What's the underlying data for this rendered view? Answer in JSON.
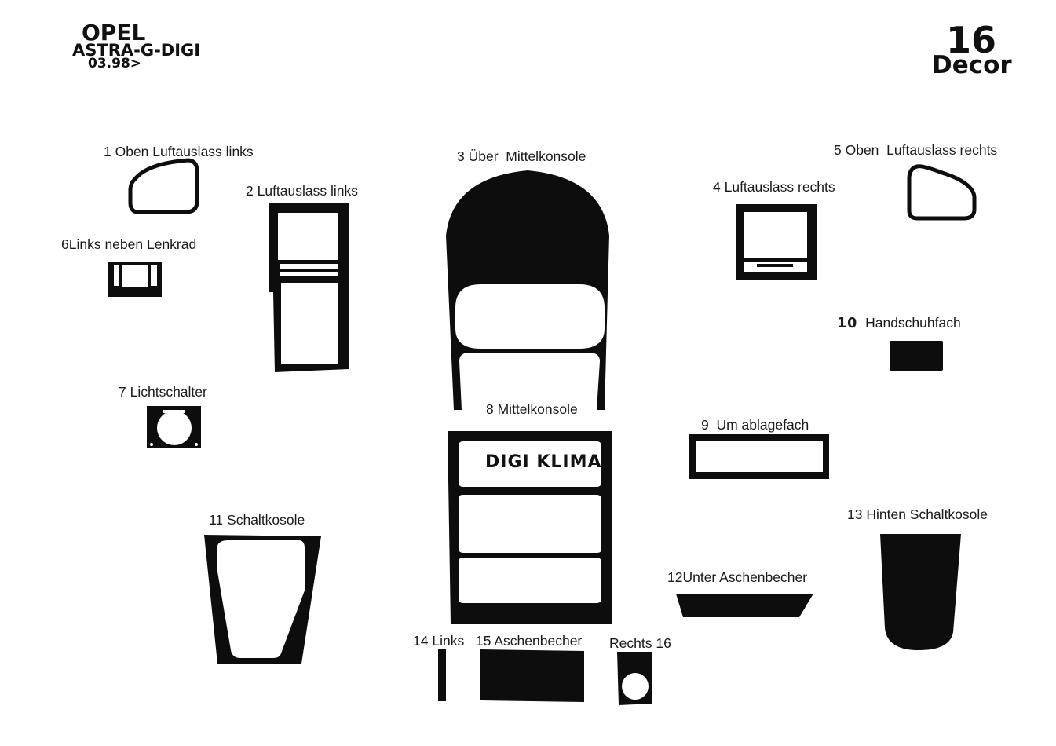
{
  "header": {
    "brand": "OPEL",
    "model": "ASTRA-G-DIGI",
    "date": "03.98>",
    "count": "16",
    "decor": "Decor"
  },
  "parts": [
    {
      "num": "1",
      "label": "Oben Luftauslass links"
    },
    {
      "num": "2",
      "label": "Luftauslass links"
    },
    {
      "num": "3",
      "label": "Über  Mittelkonsole"
    },
    {
      "num": "4",
      "label": "Luftauslass rechts"
    },
    {
      "num": "5",
      "label": "Oben  Luftauslass rechts"
    },
    {
      "num": "6",
      "label": "Links neben Lenkrad"
    },
    {
      "num": "7",
      "label": "Lichtschalter"
    },
    {
      "num": "8",
      "label": "Mittelkonsole",
      "inner_text": "DIGI KLIMA"
    },
    {
      "num": "9",
      "label": "Um ablagefach"
    },
    {
      "num": "10",
      "label": "Handschuhfach"
    },
    {
      "num": "11",
      "label": "Schaltkosole"
    },
    {
      "num": "12",
      "label": "Unter Aschenbecher"
    },
    {
      "num": "13",
      "label": "Hinten Schaltkosole"
    },
    {
      "num": "14",
      "label": "Links"
    },
    {
      "num": "15",
      "label": "Aschenbecher"
    },
    {
      "num": "16",
      "label": "Rechts"
    }
  ],
  "colors": {
    "piece": "#0d0d0d",
    "background": "#ffffff",
    "text": "#1a1a1a"
  }
}
